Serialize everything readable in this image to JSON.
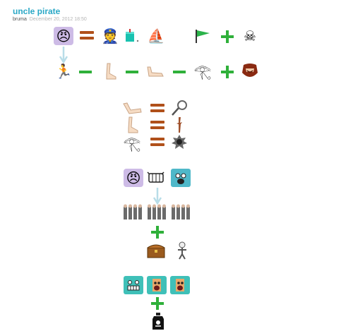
{
  "post": {
    "title": "uncle pirate",
    "author": "bruma",
    "date": "December 20, 2012 18:50"
  },
  "icons": {
    "row1": [
      "angry-face-icon",
      "captain-icon",
      "cyan-box-icon",
      "sailboat-icon",
      "green-flag-icon",
      "skull-crossbones-icon"
    ],
    "row2": [
      "fleeing-person-icon",
      "leg-icon",
      "foot-icon",
      "eye-of-horus-icon",
      "red-beard-icon"
    ],
    "block2": [
      "arm-icon",
      "hook-icon",
      "leg-icon",
      "peg-leg-icon",
      "eye-of-horus-icon",
      "eyepatch-icon"
    ],
    "block3": [
      "angry-face-icon",
      "chattering-teeth-icon",
      "scared-face-icon",
      "pirate-crowd-icon",
      "treasure-chest-icon",
      "skeleton-icon"
    ],
    "block4": [
      "grinning-face-icon",
      "screaming-face-icon",
      "screaming-face-icon",
      "poison-bottle-icon"
    ]
  }
}
